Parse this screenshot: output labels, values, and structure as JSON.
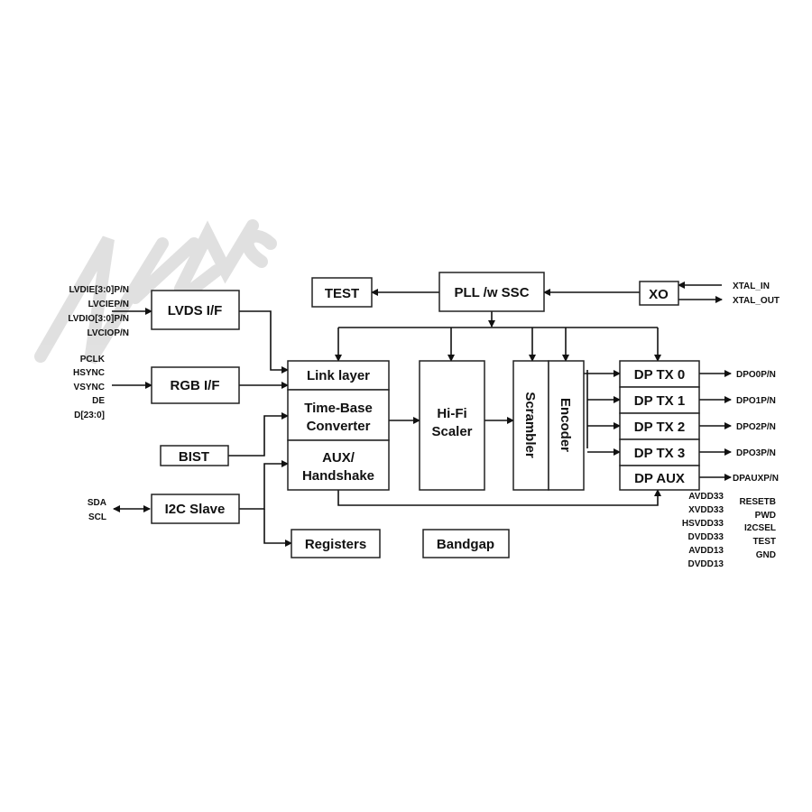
{
  "blocks": {
    "lvds": "LVDS I/F",
    "rgb": "RGB I/F",
    "bist": "BIST",
    "i2c": "I2C Slave",
    "link": "Link layer",
    "timebase": [
      "Time-Base",
      "Converter"
    ],
    "aux": [
      "AUX/",
      "Handshake"
    ],
    "test": "TEST",
    "pll": "PLL /w SSC",
    "xo": "XO",
    "scaler": [
      "Hi-Fi",
      "Scaler"
    ],
    "scrambler": "Scrambler",
    "encoder": "Encoder",
    "dptx": [
      "DP TX 0",
      "DP TX 1",
      "DP TX 2",
      "DP TX 3",
      "DP AUX"
    ],
    "registers": "Registers",
    "bandgap": "Bandgap"
  },
  "signals": {
    "lvds_in": [
      "LVDIE[3:0]P/N",
      "LVCIEP/N",
      "LVDIO[3:0]P/N",
      "LVCIOP/N"
    ],
    "rgb_in": [
      "PCLK",
      "HSYNC",
      "VSYNC",
      "DE",
      "D[23:0]"
    ],
    "i2c": [
      "SDA",
      "SCL"
    ],
    "xtal": [
      "XTAL_IN",
      "XTAL_OUT"
    ],
    "dp_out": [
      "DPO0P/N",
      "DPO1P/N",
      "DPO2P/N",
      "DPO3P/N",
      "DPAUXP/N"
    ],
    "power": [
      "AVDD33",
      "XVDD33",
      "HSVDD33",
      "DVDD33",
      "AVDD13",
      "DVDD13"
    ],
    "control": [
      "RESETB",
      "PWD",
      "I2CSEL",
      "TEST",
      "GND"
    ]
  },
  "watermark": "NEWCO"
}
